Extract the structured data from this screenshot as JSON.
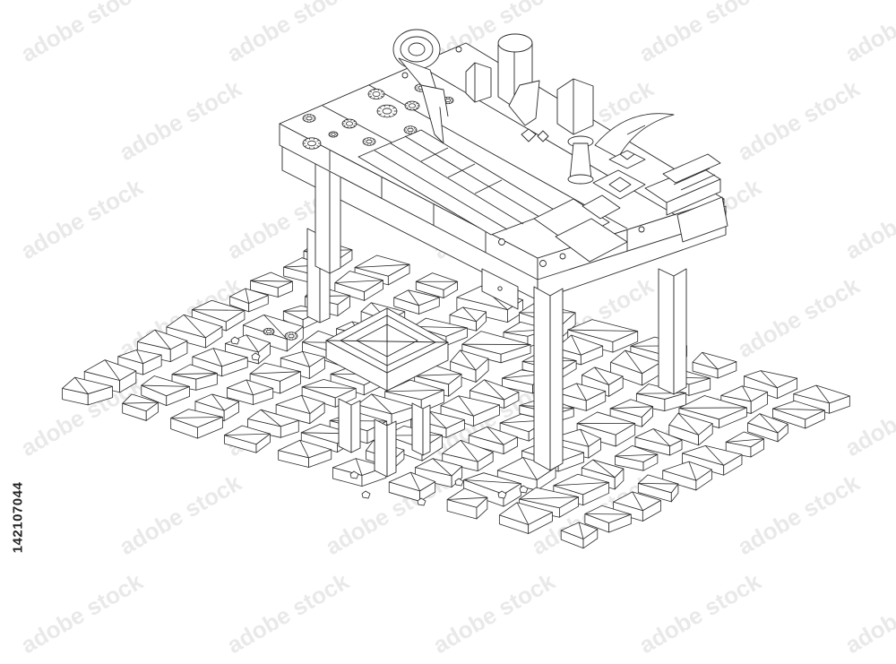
{
  "image": {
    "stock_id": "142107044",
    "watermark_text": "adobe stock",
    "colors": {
      "background": "#ffffff",
      "line": "#2a2a2a",
      "fill": "#ffffff",
      "watermark": "#d8d8d8"
    },
    "objects": [
      "cobblestone-floor",
      "workbench",
      "stool",
      "drawer",
      "gears",
      "crystals",
      "candle",
      "paper-sheets",
      "horn-blade"
    ]
  }
}
